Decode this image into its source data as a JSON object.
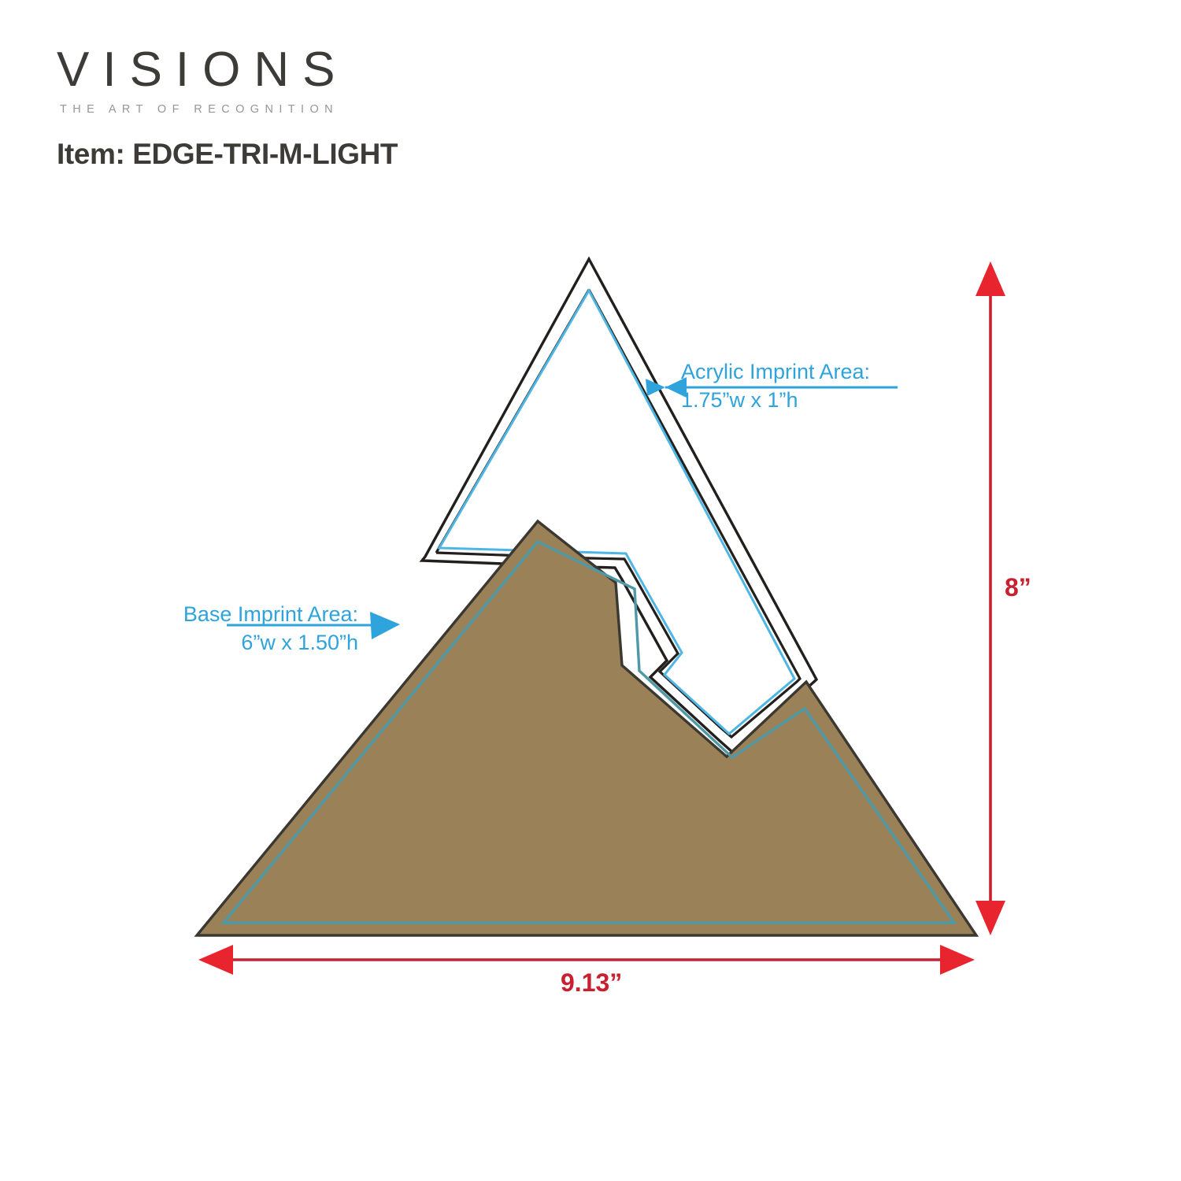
{
  "brand": {
    "wordmark": "VISIONS",
    "tagline": "THE ART OF RECOGNITION"
  },
  "item": {
    "label": "Item: EDGE-TRI-M-LIGHT"
  },
  "callouts": {
    "acrylic": {
      "title": "Acrylic Imprint Area:",
      "size": "1.75”w x 1”h"
    },
    "base": {
      "title": "Base Imprint Area:",
      "size": "6”w x 1.50”h"
    }
  },
  "dimensions": {
    "height": "8”",
    "width": "9.13”"
  },
  "colors": {
    "base_fill": "#9a8157",
    "base_outline": "#3b3832",
    "base_imprint_line": "#4f99a6",
    "acrylic_outline": "#221f1c",
    "acrylic_imprint_line": "#4fb6e3",
    "callout_blue": "#2ea3dc",
    "dimension_red": "#e8252e",
    "dimension_red_line": "#c8202f",
    "text_dark": "#3c3b38",
    "tagline_gray": "#96959a"
  },
  "chart_data": {
    "type": "diagram",
    "title": "EDGE-TRI-M-LIGHT product dimension drawing",
    "overall_width_in": 9.13,
    "overall_height_in": 8,
    "imprint_areas": [
      {
        "name": "Acrylic Imprint Area",
        "width_in": 1.75,
        "height_in": 1
      },
      {
        "name": "Base Imprint Area",
        "width_in": 6,
        "height_in": 1.5
      }
    ]
  }
}
